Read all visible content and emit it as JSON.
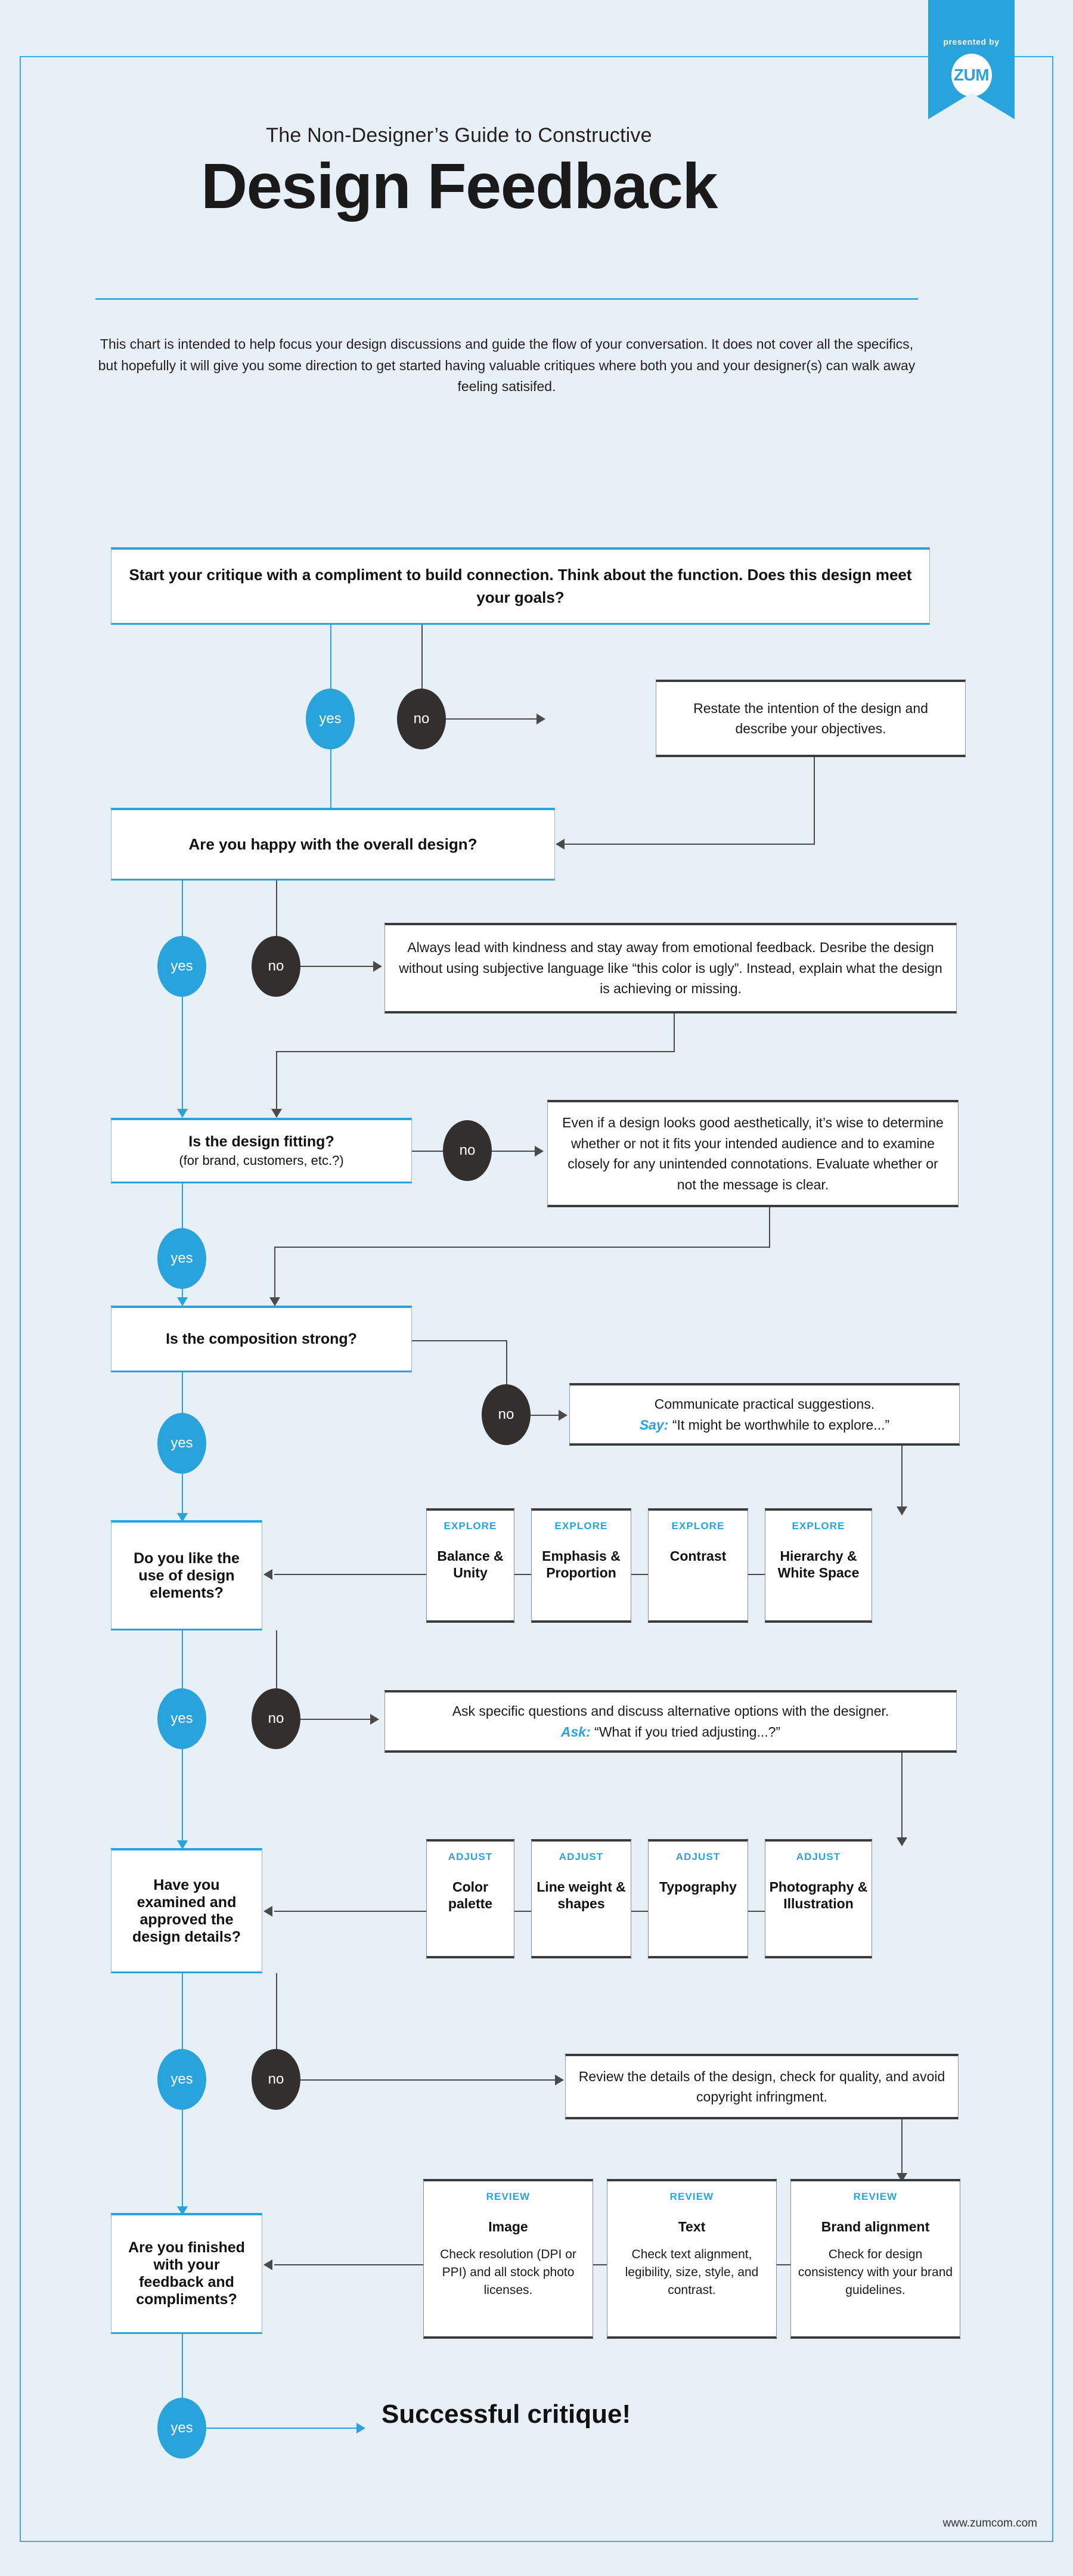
{
  "brand": {
    "accent": "#29a3dc",
    "dark": "#332f2e",
    "background": "#e8f0f7",
    "ribbon_presented_by": "presented by",
    "ribbon_logo": "ZUM"
  },
  "header": {
    "kicker": "The Non-Designer’s Guide to Constructive",
    "title": "Design Feedback",
    "intro": "This chart is intended to help focus your design discussions and guide the flow of your conversation. It does not cover all the specifics, but hopefully it will give you some direction to get started having valuable critiques where both you and your designer(s) can walk away feeling satisifed."
  },
  "labels": {
    "yes": "yes",
    "no": "no"
  },
  "flow": {
    "start": "Start your critique with a compliment to build connection. Think about the function. Does this design meet your goals?",
    "restate": "Restate the intention of the design and describe your objectives.",
    "q_overall": "Are you happy with the overall design?",
    "kindness": "Always lead with kindness and stay away from emotional feedback. Desribe the design without using subjective language like “this color is ugly”. Instead, explain what the design is achieving or missing.",
    "q_fitting_main": "Is the design fitting?",
    "q_fitting_sub": "(for brand, customers, etc.?)",
    "aesthetics": "Even if a design looks good aesthetically, it’s wise to determine whether or not it fits your intended audience and to examine closely for any unintended connotations. Evaluate whether or not the message is clear.",
    "q_composition": "Is the composition strong?",
    "suggestions_line1": "Communicate practical suggestions.",
    "suggestions_prefix": "Say:",
    "suggestions_quote": "“It might be worthwhile to explore...”",
    "q_elements": "Do you like the use of design elements?",
    "ask_line1": "Ask specific questions and discuss alternative options with the designer.",
    "ask_prefix": "Ask:",
    "ask_quote": "“What if you tried adjusting...?”",
    "q_details": "Have you examined and approved the design details?",
    "review_note": "Review the details of the design, check for quality, and avoid copyright infringment.",
    "q_finished": "Are you finished with your feedback and compliments?",
    "success": "Successful critique!"
  },
  "explore_cards": [
    {
      "tag": "EXPLORE",
      "title": "Balance & Unity"
    },
    {
      "tag": "EXPLORE",
      "title": "Emphasis & Proportion"
    },
    {
      "tag": "EXPLORE",
      "title": "Contrast"
    },
    {
      "tag": "EXPLORE",
      "title": "Hierarchy & White Space"
    }
  ],
  "adjust_cards": [
    {
      "tag": "ADJUST",
      "title": "Color palette"
    },
    {
      "tag": "ADJUST",
      "title": "Line weight & shapes"
    },
    {
      "tag": "ADJUST",
      "title": "Typography"
    },
    {
      "tag": "ADJUST",
      "title": "Photography & Illustration"
    }
  ],
  "review_cards": [
    {
      "tag": "REVIEW",
      "title": "Image",
      "desc": "Check resolution (DPI or PPI) and all stock photo licenses."
    },
    {
      "tag": "REVIEW",
      "title": "Text",
      "desc": "Check text alignment, legibility, size, style, and contrast."
    },
    {
      "tag": "REVIEW",
      "title": "Brand alignment",
      "desc": "Check for design consistency with your brand guidelines."
    }
  ],
  "footer": {
    "url": "www.zumcom.com"
  }
}
